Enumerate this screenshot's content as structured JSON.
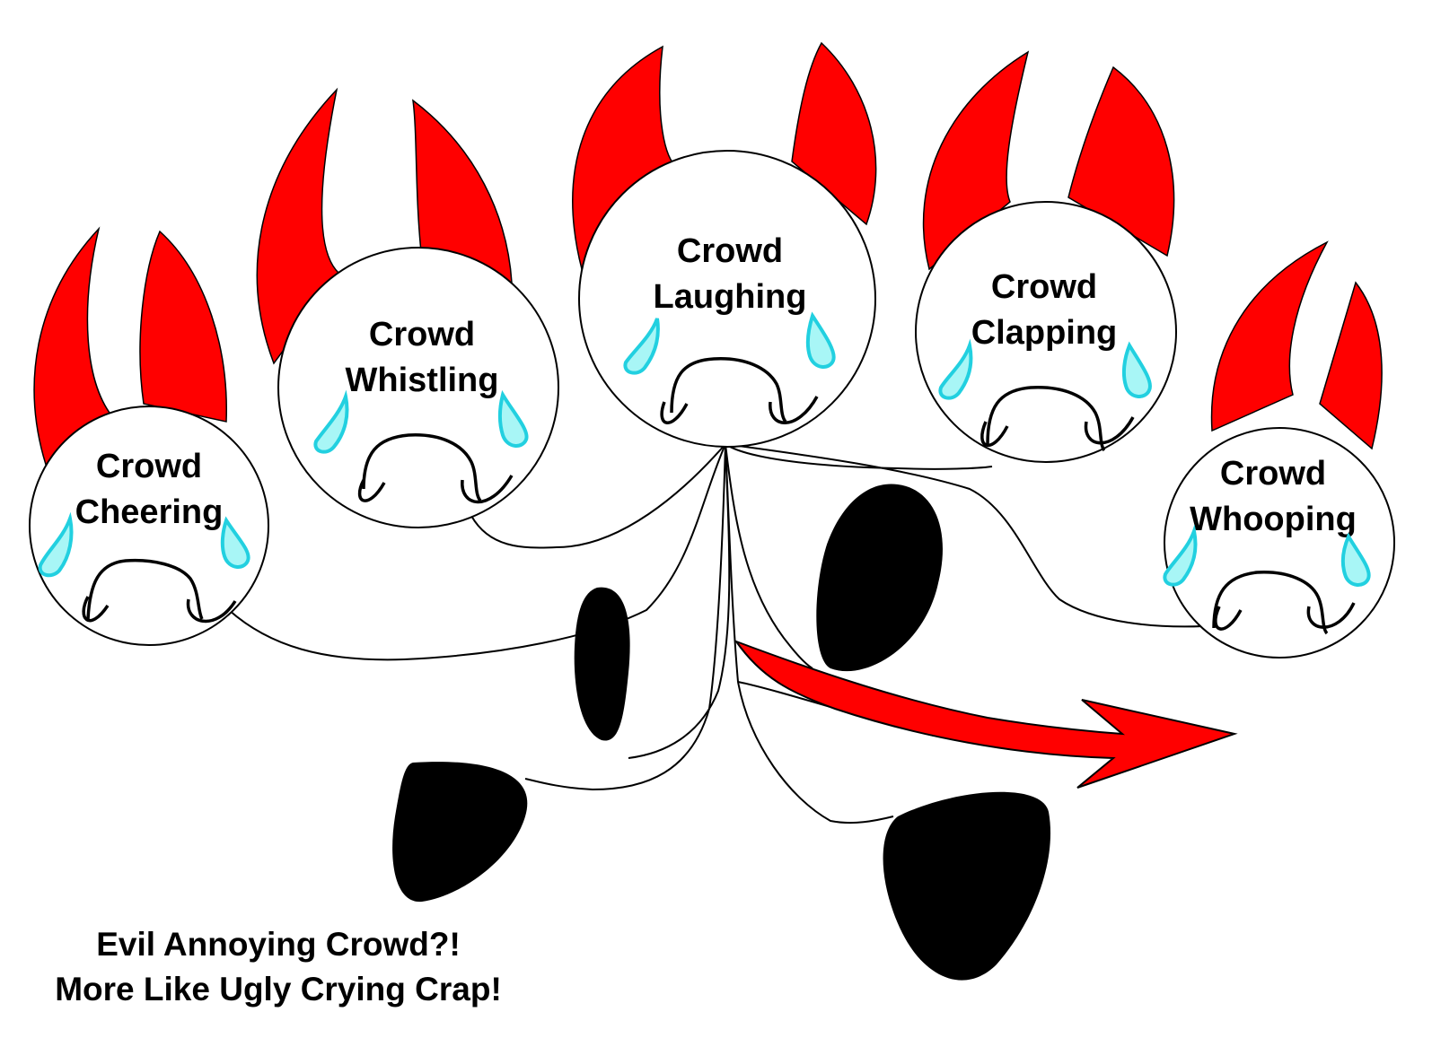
{
  "colors": {
    "horn": "#ff0000",
    "tear_fill": "#a8f6f6",
    "tear_stroke": "#22d0e0",
    "outline": "#000000",
    "arrow": "#ff0000",
    "shadow": "#000000",
    "background": "#ffffff"
  },
  "faces": [
    {
      "id": "cheering",
      "line1": "Crowd",
      "line2": "Cheering"
    },
    {
      "id": "whistling",
      "line1": "Crowd",
      "line2": "Whistling"
    },
    {
      "id": "laughing",
      "line1": "Crowd",
      "line2": "Laughing"
    },
    {
      "id": "clapping",
      "line1": "Crowd",
      "line2": "Clapping"
    },
    {
      "id": "whooping",
      "line1": "Crowd",
      "line2": "Whooping"
    }
  ],
  "caption": {
    "line1": "Evil Annoying Crowd?!",
    "line2": "More Like Ugly Crying Crap!"
  }
}
